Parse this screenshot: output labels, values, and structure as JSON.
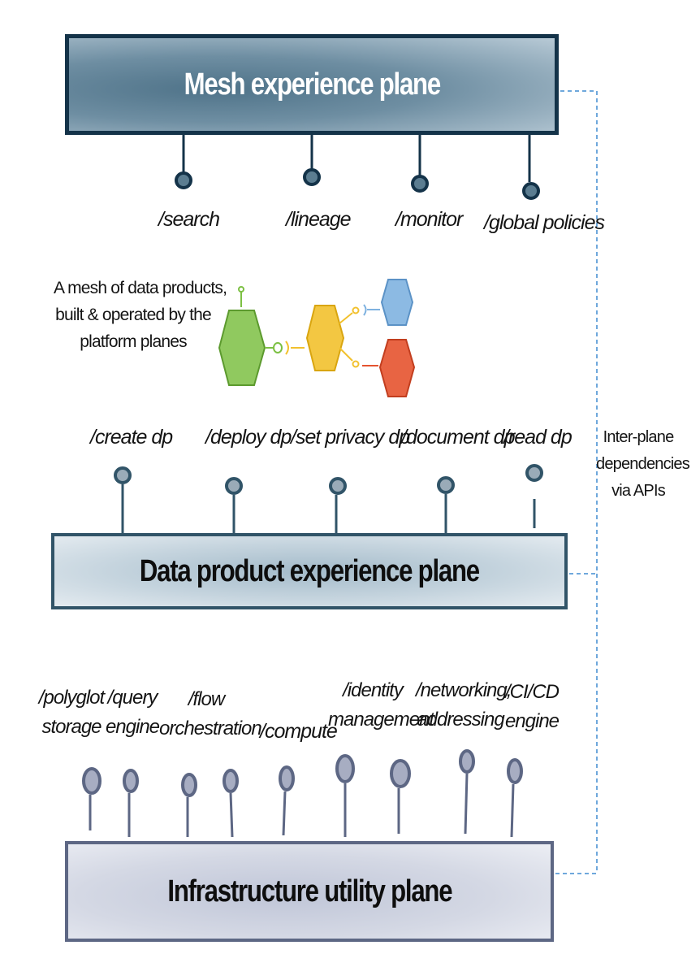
{
  "planes": {
    "mesh": "Mesh experience plane",
    "data_product": "Data product experience plane",
    "infrastructure": "Infrastructure utility plane"
  },
  "mesh_apis": [
    "/search",
    "/lineage",
    "/monitor",
    "/global policies"
  ],
  "dp_apis": [
    "/create dp",
    "/deploy dp",
    "/set privacy dp",
    "/document dp",
    "/read  dp"
  ],
  "infra_apis": [
    {
      "line1": "/polyglot",
      "line2": "storage"
    },
    {
      "line1": "/query",
      "line2": "engine"
    },
    {
      "line1": "/flow",
      "line2": "orchestration"
    },
    {
      "line1": "/compute",
      "line2": ""
    },
    {
      "line1": "/identity",
      "line2": "management"
    },
    {
      "line1": "/networking,",
      "line2": "addressing"
    },
    {
      "line1": "/CI/CD",
      "line2": "engine"
    }
  ],
  "mesh_note": {
    "line1": "A mesh of data products,",
    "line2": "built & operated by the",
    "line3": "platform planes"
  },
  "dependency_note": {
    "line1": "Inter-plane",
    "line2": "dependencies",
    "line3": "via APIs"
  },
  "colors": {
    "mesh_border": "#143349",
    "dp_border": "#315468",
    "infra_border": "#5d6784",
    "dashed_line": "#6fa8dc",
    "product_green": "#7cc043",
    "product_yellow": "#f2c12e",
    "product_blue": "#7fb2e0",
    "product_red": "#e5532f"
  },
  "icons": [
    "api-port-icon",
    "data-product-hexagon-icon"
  ]
}
